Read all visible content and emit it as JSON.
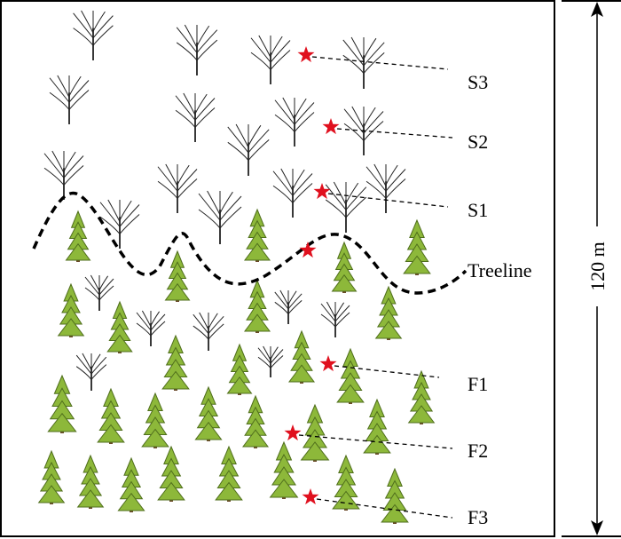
{
  "labels": {
    "s3": "S3",
    "s2": "S2",
    "s1": "S1",
    "treeline": "Treeline",
    "f1": "F1",
    "f2": "F2",
    "f3": "F3"
  },
  "scale": {
    "text": "120 m"
  },
  "colors": {
    "star": "#e0101e",
    "tree": "#8db83a",
    "tree_dark": "#4f6e1c",
    "line": "#000000"
  },
  "icons": {
    "marker": "red-star-icon",
    "evergreen": "conifer-tree-icon",
    "bare": "bare-tree-icon"
  }
}
